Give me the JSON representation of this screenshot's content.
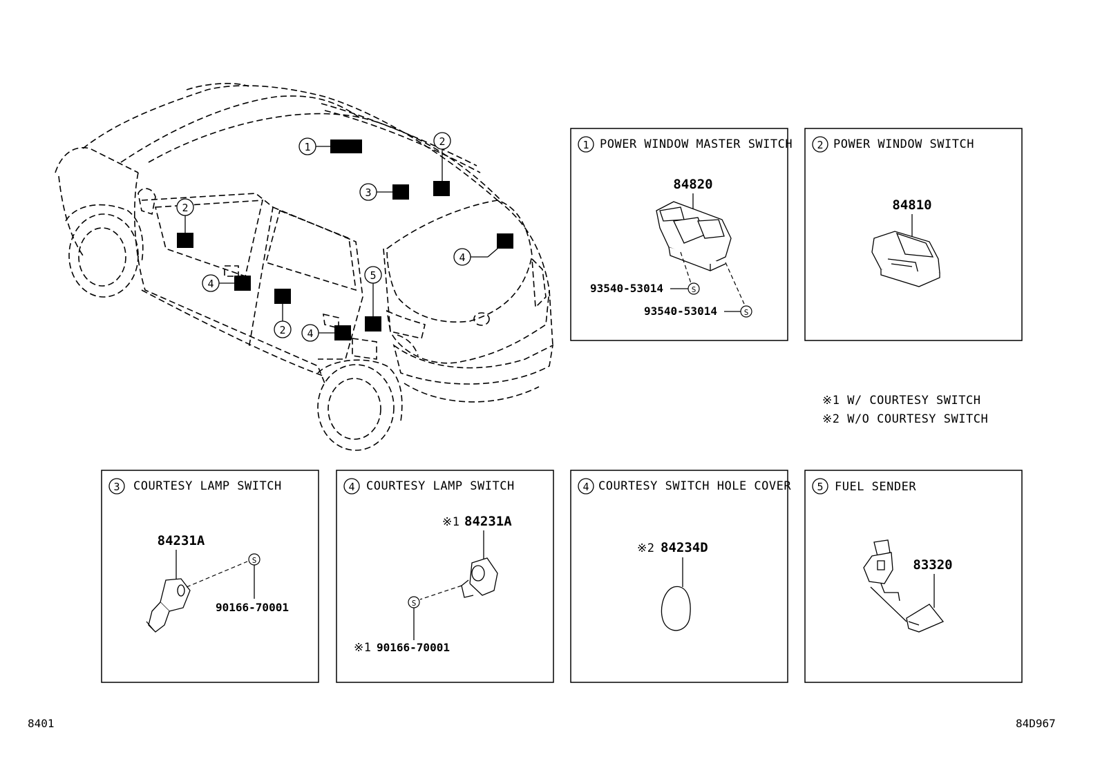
{
  "callout_markers": [
    "1",
    "2",
    "3",
    "4",
    "5"
  ],
  "panels": [
    {
      "marker": "1",
      "title": "POWER WINDOW MASTER SWITCH",
      "parts": [
        "84820",
        "93540-53014",
        "93540-53014"
      ]
    },
    {
      "marker": "2",
      "title": "POWER WINDOW SWITCH",
      "parts": [
        "84810"
      ]
    },
    {
      "marker": "3",
      "title": "COURTESY LAMP SWITCH",
      "parts": [
        "84231A",
        "90166-70001"
      ]
    },
    {
      "marker": "4",
      "title": "COURTESY LAMP SWITCH",
      "parts": [
        "84231A",
        "90166-70001"
      ],
      "part_prefix": "※1"
    },
    {
      "marker": "4",
      "title": "COURTESY SWITCH HOLE COVER",
      "parts": [
        "84234D"
      ],
      "part_prefix": "※2"
    },
    {
      "marker": "5",
      "title": "FUEL SENDER",
      "parts": [
        "83320"
      ]
    }
  ],
  "screw_symbol": "S",
  "notes": [
    "※1 W/ COURTESY SWITCH",
    "※2 W/O COURTESY SWITCH"
  ],
  "footer": {
    "left_code": "8401",
    "right_code": "84D967"
  }
}
